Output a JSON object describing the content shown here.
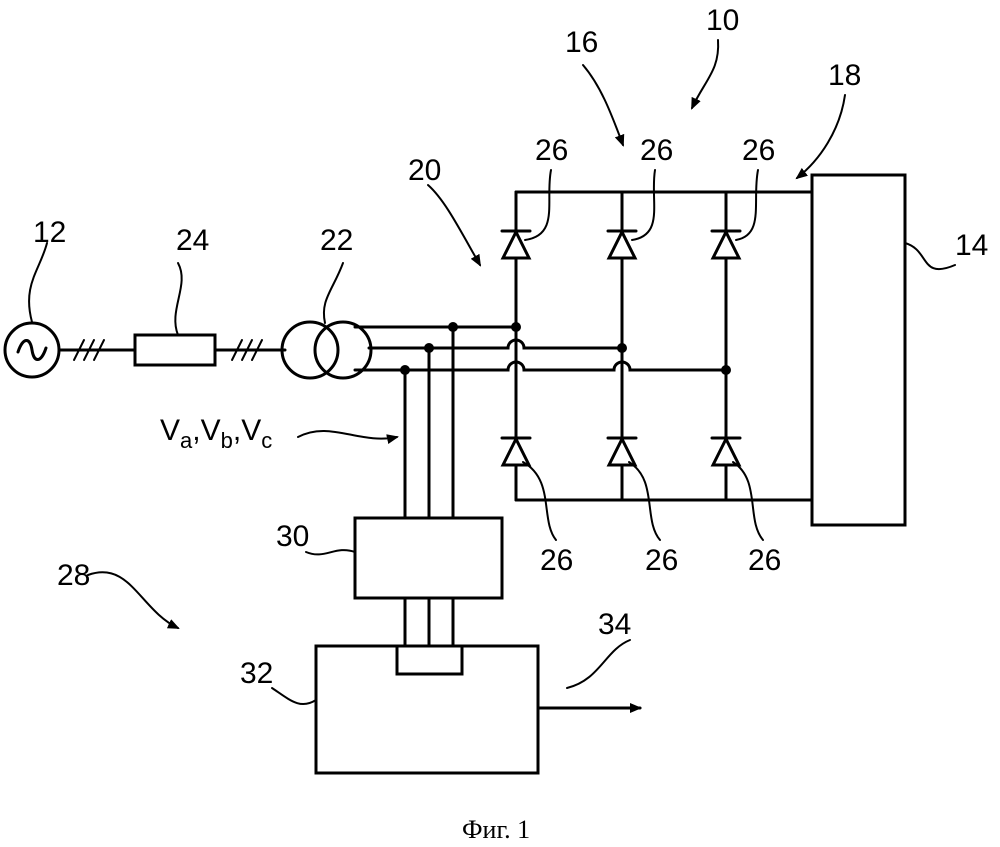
{
  "caption": "Фиг. 1",
  "labels": {
    "l10": "10",
    "l12": "12",
    "l14": "14",
    "l16": "16",
    "l18": "18",
    "l20": "20",
    "l22": "22",
    "l24": "24",
    "l26a": "26",
    "l26b": "26",
    "l26c": "26",
    "l26d": "26",
    "l26e": "26",
    "l26f": "26",
    "l28": "28",
    "l30": "30",
    "l32": "32",
    "l34": "34"
  },
  "voltages": {
    "v": "V",
    "a": "a",
    "sep1": ",",
    "b": "b",
    "sep2": ",",
    "c": "c"
  }
}
